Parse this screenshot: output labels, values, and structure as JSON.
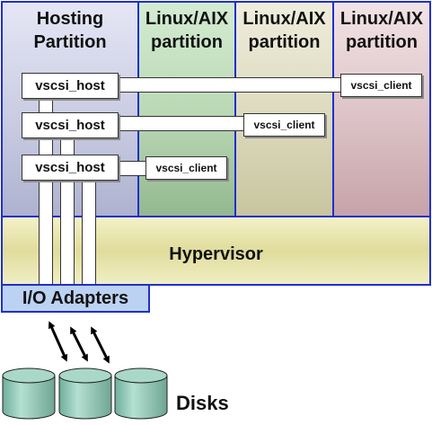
{
  "partitions": [
    {
      "title_line1": "Hosting",
      "title_line2": "Partition"
    },
    {
      "title_line1": "Linux/AIX",
      "title_line2": "partition"
    },
    {
      "title_line1": "Linux/AIX",
      "title_line2": "partition"
    },
    {
      "title_line1": "Linux/AIX",
      "title_line2": "partition"
    }
  ],
  "hosts": [
    "vscsi_host",
    "vscsi_host",
    "vscsi_host"
  ],
  "clients": [
    "vscsi_client",
    "vscsi_client",
    "vscsi_client"
  ],
  "hypervisor_label": "Hypervisor",
  "io_adapters_label": "I/O Adapters",
  "disks_label": "Disks",
  "colors": {
    "border": "#1f2fd0",
    "hosting_partition": "#c9cce2",
    "partition_green": "#b8d7b2",
    "partition_khaki": "#dcd9bd",
    "partition_pink": "#dcc2c6",
    "hypervisor": "#e0dc9c",
    "io_adapters": "#bcd2f3",
    "disk": "#8cc4b4"
  }
}
